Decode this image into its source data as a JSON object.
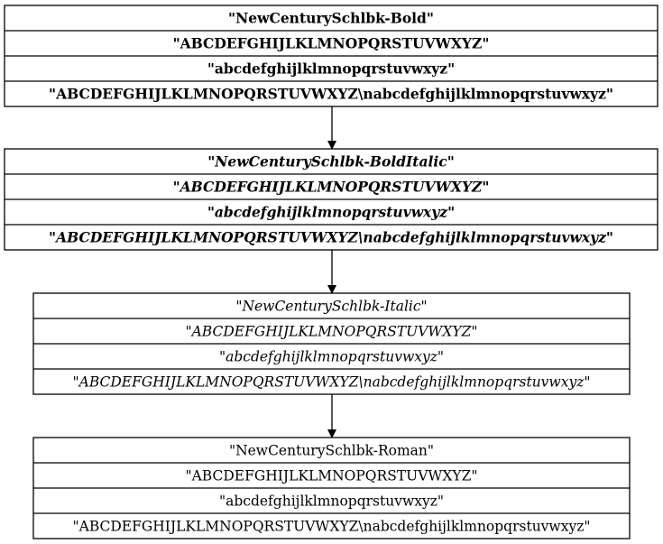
{
  "nodes": [
    {
      "id": "bold",
      "style": "bold",
      "rows": [
        "\"NewCenturySchlbk-Bold\"",
        "\"ABCDEFGHIJLKLMNOPQRSTUVWXYZ\"",
        "\"abcdefghijlklmnopqrstuvwxyz\"",
        "\"ABCDEFGHIJLKLMNOPQRSTUVWXYZ\\nabcdefghijlklmnopqrstuvwxyz\""
      ]
    },
    {
      "id": "bold-italic",
      "style": "bold-italic",
      "rows": [
        "\"NewCenturySchlbk-BoldItalic\"",
        "\"ABCDEFGHIJLKLMNOPQRSTUVWXYZ\"",
        "\"abcdefghijlklmnopqrstuvwxyz\"",
        "\"ABCDEFGHIJLKLMNOPQRSTUVWXYZ\\nabcdefghijlklmnopqrstuvwxyz\""
      ]
    },
    {
      "id": "italic",
      "style": "italic",
      "rows": [
        "\"NewCenturySchlbk-Italic\"",
        "\"ABCDEFGHIJLKLMNOPQRSTUVWXYZ\"",
        "\"abcdefghijlklmnopqrstuvwxyz\"",
        "\"ABCDEFGHIJLKLMNOPQRSTUVWXYZ\\nabcdefghijlklmnopqrstuvwxyz\""
      ]
    },
    {
      "id": "roman",
      "style": "roman",
      "rows": [
        "\"NewCenturySchlbk-Roman\"",
        "\"ABCDEFGHIJLKLMNOPQRSTUVWXYZ\"",
        "\"abcdefghijlklmnopqrstuvwxyz\"",
        "\"ABCDEFGHIJLKLMNOPQRSTUVWXYZ\\nabcdefghijlklmnopqrstuvwxyz\""
      ]
    }
  ],
  "edges": [
    {
      "from": "bold",
      "to": "bold-italic"
    },
    {
      "from": "bold-italic",
      "to": "italic"
    },
    {
      "from": "italic",
      "to": "roman"
    }
  ],
  "colors": {
    "stroke": "#000000",
    "background": "#ffffff",
    "text": "#000000"
  }
}
